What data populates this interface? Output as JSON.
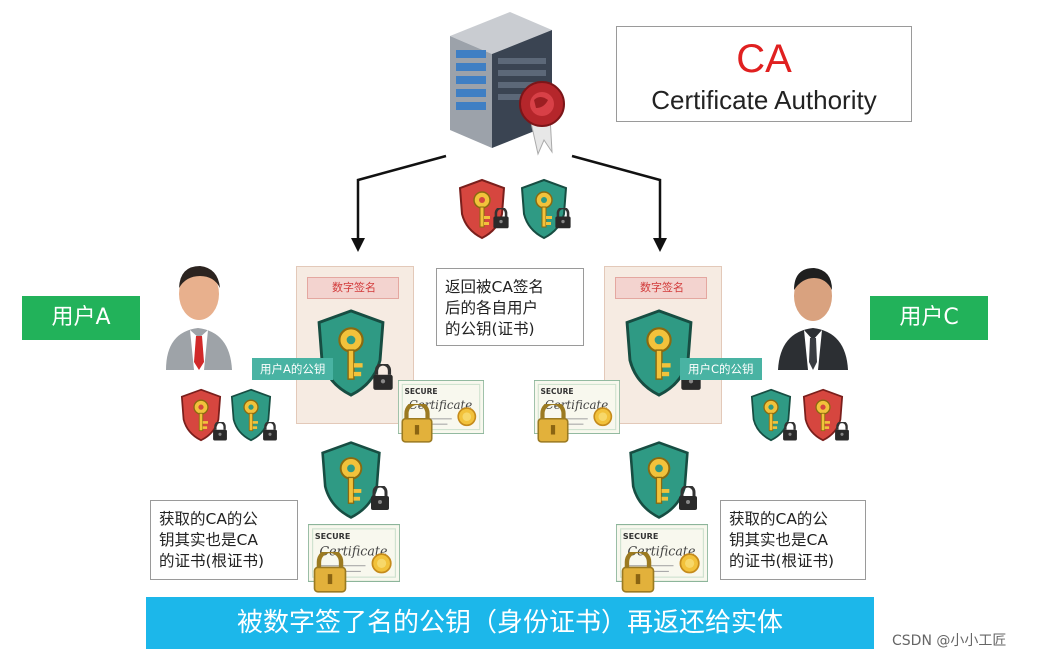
{
  "ca": {
    "title": "CA",
    "subtitle": "Certificate Authority"
  },
  "users": {
    "a": "用户A",
    "c": "用户C"
  },
  "returned_note": "返回被CA签名\n后的各自用户\n的公钥(证书)",
  "cards": {
    "left": {
      "band": "数字签名",
      "key_label": "用户A的公钥"
    },
    "right": {
      "band": "数字签名",
      "key_label": "用户C的公钥"
    }
  },
  "obtained_note": "获取的CA的公\n钥其实也是CA\n的证书(根证书)",
  "banner": "被数字签了名的公钥（身份证书）再返还给实体",
  "watermark": "CSDN @小小工匠",
  "colors": {
    "red_key": "#d6463f",
    "teal_key": "#2f9a84",
    "green_tag": "#22b25a",
    "banner": "#1cb7ea"
  }
}
